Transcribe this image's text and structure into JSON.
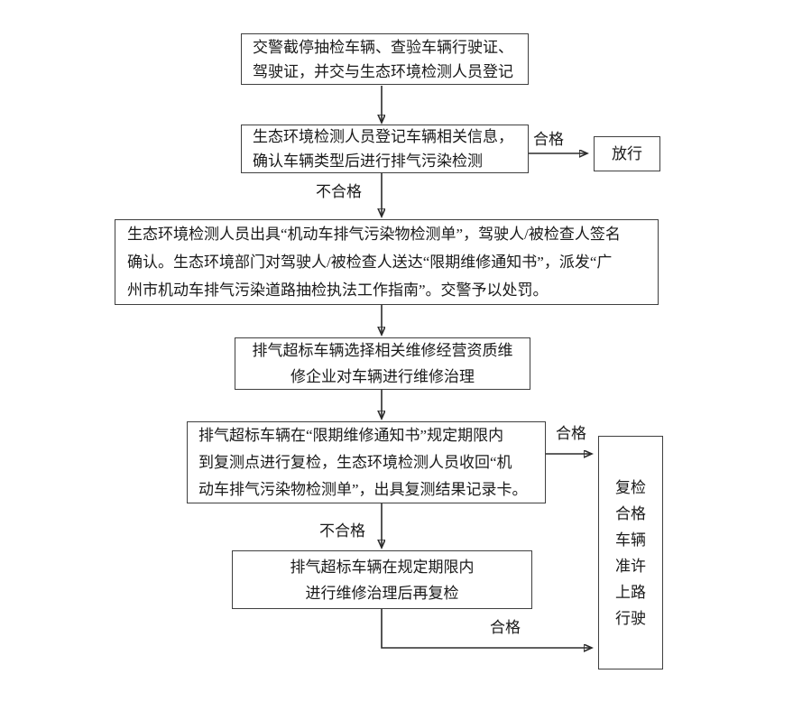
{
  "colors": {
    "background": "#ffffff",
    "border": "#3f3f3f",
    "text": "#1a1a1a",
    "line": "#2b2b2b"
  },
  "flowchart": {
    "node_police_stop": "交警截停抽检车辆、查验车辆行驶证、\n驾驶证，并交与生态环境检测人员登记",
    "node_register_test": "生态环境检测人员登记车辆相关信息，\n确认车辆类型后进行排气污染检测",
    "node_release": "放行",
    "node_issue_notice": "生态环境检测人员出具“机动车排气污染物检测单”，驾驶人/被检查人签名\n确认。生态环境部门对驾驶人/被检查人送达“限期维修通知书”，派发“广\n州市机动车排气污染道路抽检执法工作指南”。交警予以处罚。",
    "node_repair_select": "排气超标车辆选择相关维修经营资质维\n修企业对车辆进行维修治理",
    "node_recheck": "排气超标车辆在“限期维修通知书”规定期限内\n到复测点进行复检，生态环境检测人员收回“机\n动车排气污染物检测单”，出具复测结果记录卡。",
    "node_repair_again": "排气超标车辆在规定期限内\n进行维修治理后再复检",
    "node_allowed_on_road": "复检\n合格\n车辆\n准许\n上路\n行驶",
    "label_pass_release": "合格",
    "label_fail_first": "不合格",
    "label_pass_recheck": "合格",
    "label_fail_recheck": "不合格",
    "label_pass_final": "合格"
  }
}
